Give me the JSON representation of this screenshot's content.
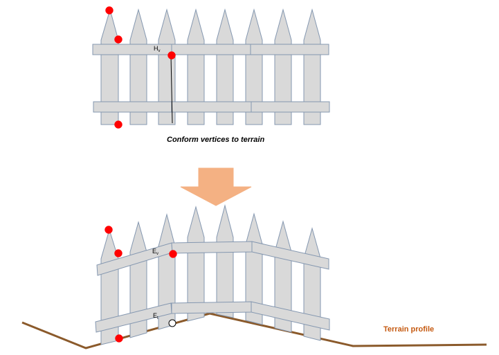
{
  "top_fence": {
    "label_main": "H",
    "label_sub": "v"
  },
  "caption": "Conform vertices to terrain",
  "bottom_fence": {
    "upper_label_main": "E",
    "upper_label_sub": "v",
    "lower_label_main": "E",
    "lower_label_sub": "t"
  },
  "terrain_label": "Terrain profile",
  "colors": {
    "picket_fill": "#d9d9d9",
    "picket_outline": "#8497b0",
    "vertex": "#ff0000",
    "arrow": "#f4b183",
    "terrain": "#8b5a2b",
    "terrain_label": "#c55a11"
  }
}
